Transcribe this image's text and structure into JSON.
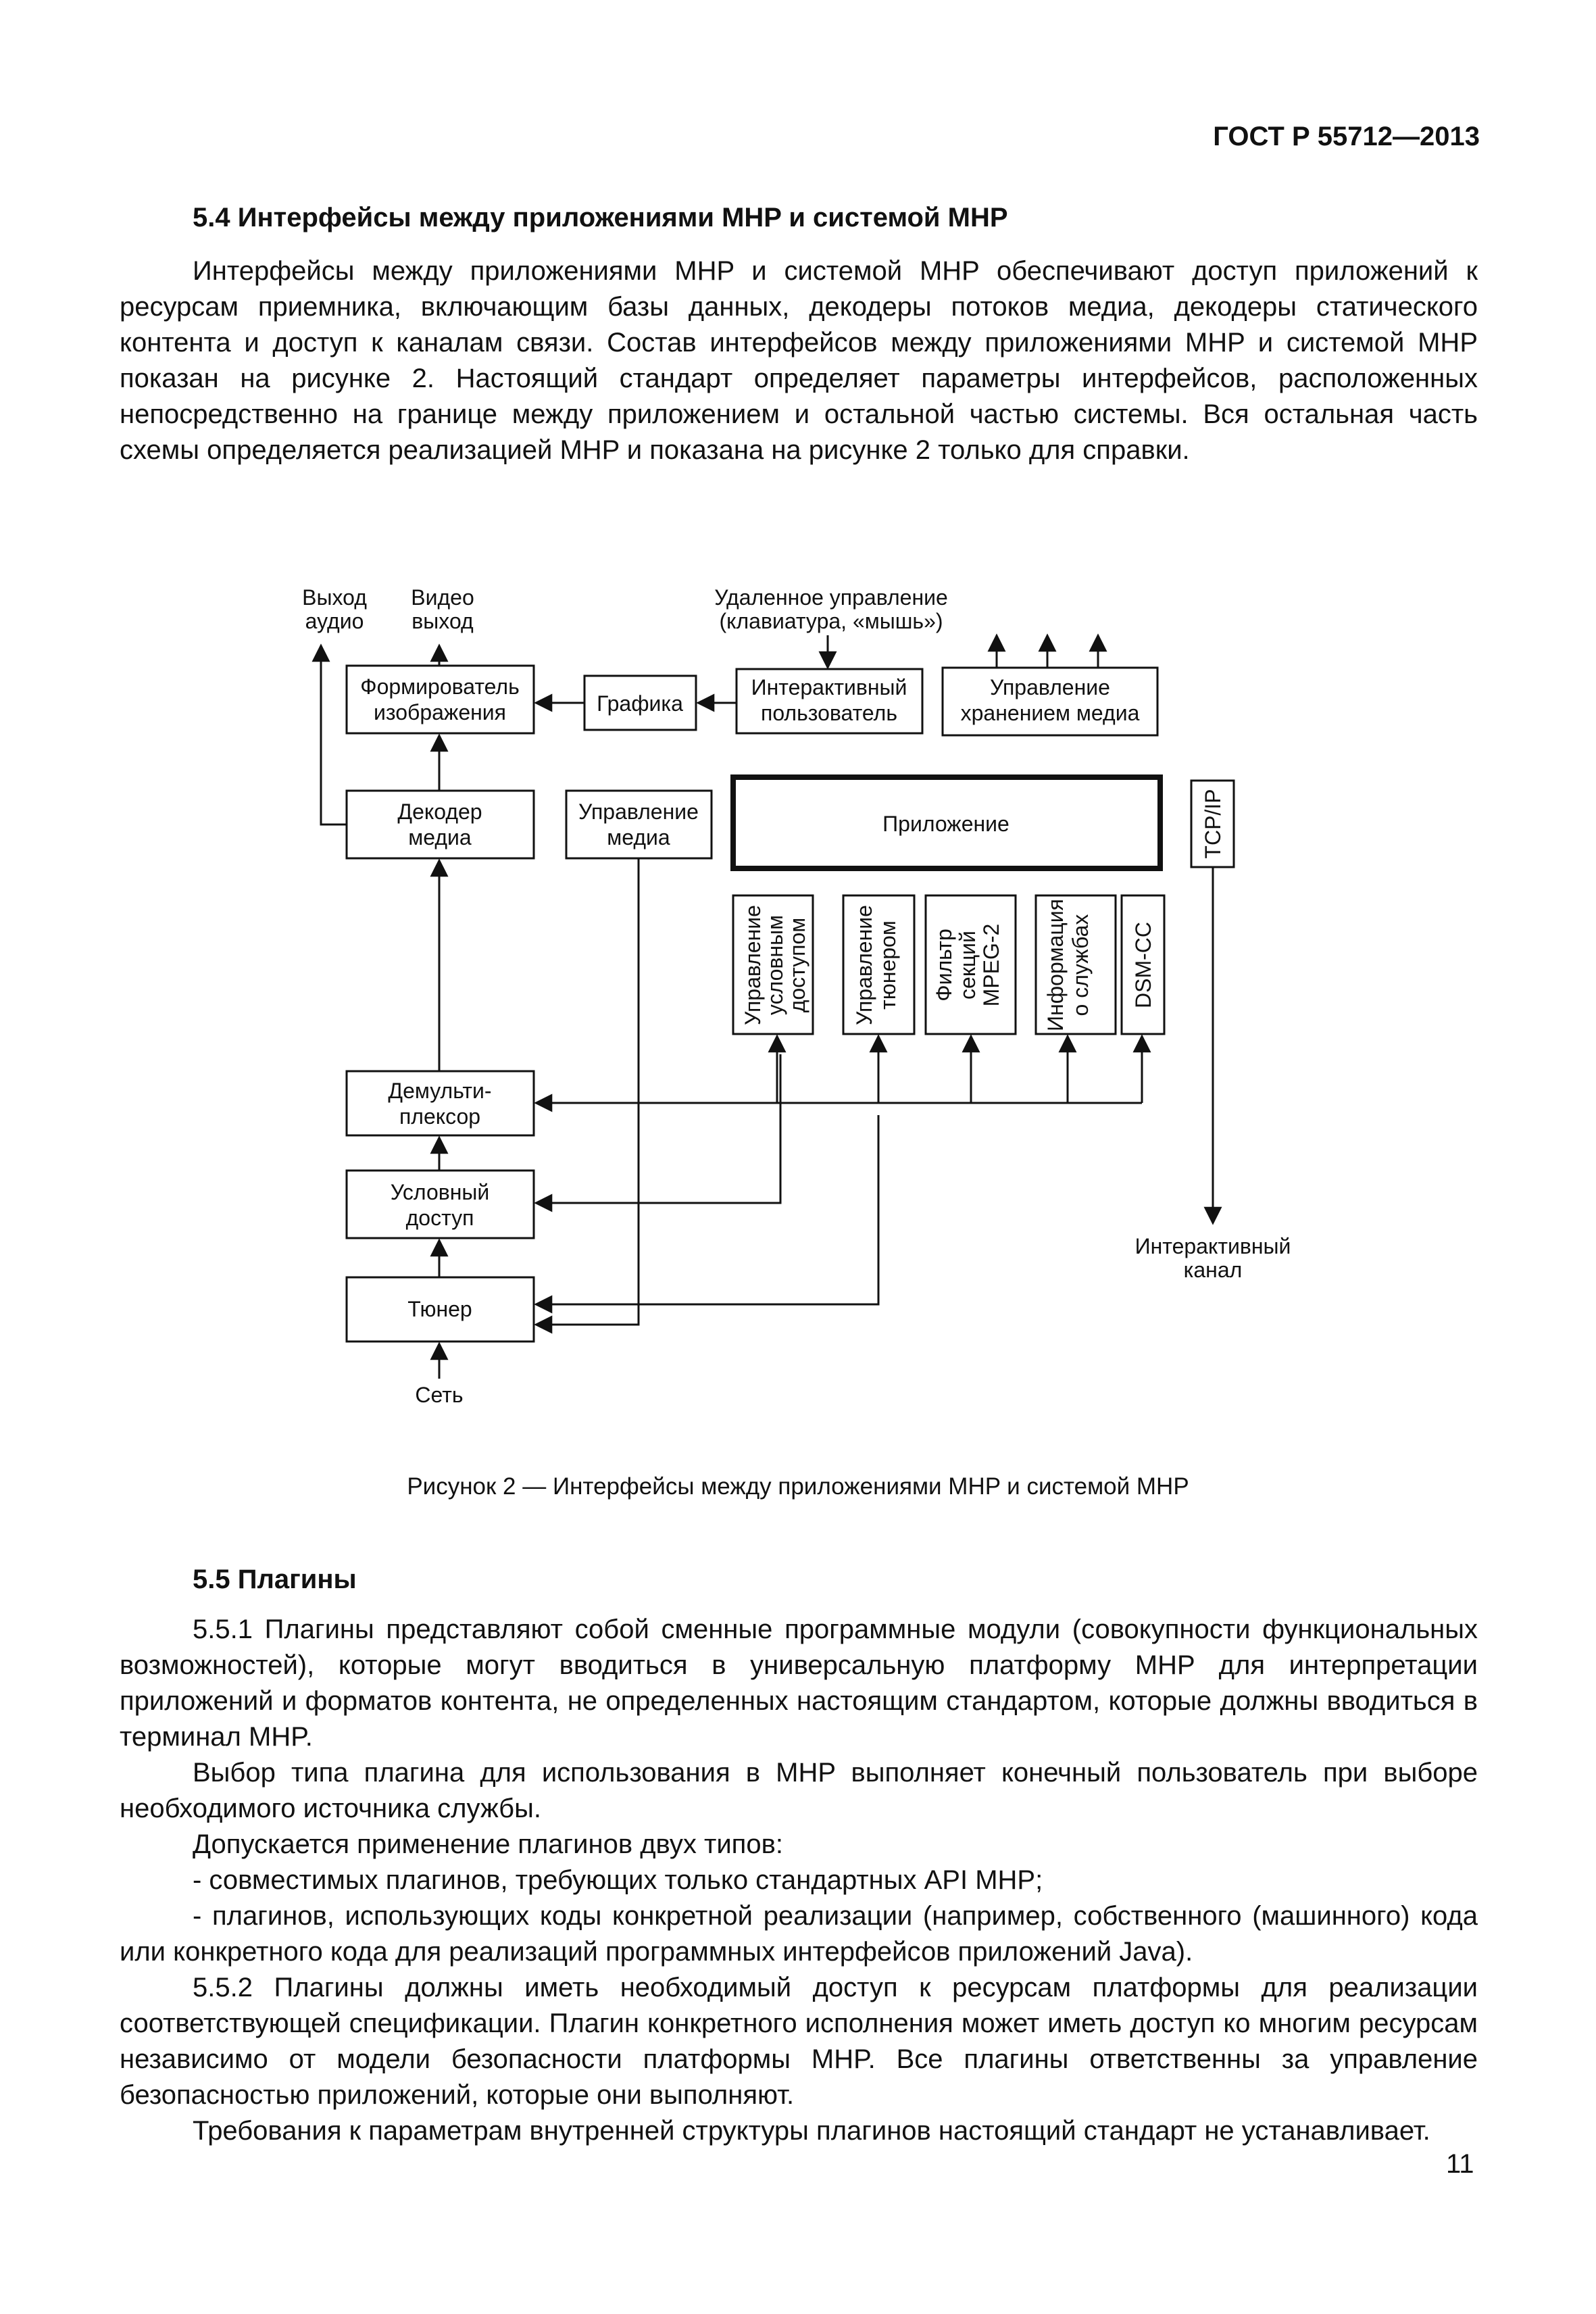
{
  "header": {
    "standard_id": "ГОСТ Р 55712—2013"
  },
  "section_5_4": {
    "title": "5.4 Интерфейсы между приложениями MHP и системой MHP",
    "paragraph": "Интерфейсы между приложениями MHP и системой MHP обеспечивают доступ приложений к ресурсам приемника, включающим базы данных, декодеры потоков медиа, декодеры статического контента и доступ к каналам связи. Состав интерфейсов между приложениями MHP и системой MHP показан на рисунке 2. Настоящий стандарт определяет параметры интерфейсов, расположенных непосредственно на границе между приложением и остальной частью системы. Вся остальная часть схемы определяется реализацией MHP и показана на рисунке 2 только для справки."
  },
  "figure": {
    "labels": {
      "audio_out_1": "Выход",
      "audio_out_2": "аудио",
      "video_out_1": "Видео",
      "video_out_2": "выход",
      "remote_1": "Удаленное управление",
      "remote_2": "(клавиатура, «мышь»)",
      "interactive_channel_1": "Интерактивный",
      "interactive_channel_2": "канал",
      "network": "Сеть"
    },
    "boxes": {
      "image_former_1": "Формирователь",
      "image_former_2": "изображения",
      "graphics": "Графика",
      "interactive_user_1": "Интерактивный",
      "interactive_user_2": "пользователь",
      "storage_mgmt_1": "Управление",
      "storage_mgmt_2": "хранением медиа",
      "media_decoder_1": "Декодер",
      "media_decoder_2": "медиа",
      "media_mgmt_1": "Управление",
      "media_mgmt_2": "медиа",
      "application": "Приложение",
      "tcpip": "TCP/IP",
      "cond_access_mgmt_1": "Управление",
      "cond_access_mgmt_2": "условным",
      "cond_access_mgmt_3": "доступом",
      "tuner_mgmt_1": "Управление",
      "tuner_mgmt_2": "тюнером",
      "section_filter_1": "Фильтр",
      "section_filter_2": "секций",
      "section_filter_3": "MPEG-2",
      "service_info_1": "Информация",
      "service_info_2": "о службах",
      "dsmcc": "DSM-CC",
      "demux_1": "Демульти-",
      "demux_2": "плексор",
      "cond_access_1": "Условный",
      "cond_access_2": "доступ",
      "tuner": "Тюнер"
    },
    "caption": "Рисунок 2 — Интерфейсы между приложениями MHP и системой MHP"
  },
  "section_5_5": {
    "title": "5.5 Плагины",
    "paragraphs": [
      "5.5.1 Плагины представляют собой сменные программные модули (совокупности функциональных возможностей), которые могут вводиться в универсальную платформу MHP для интерпретации приложений и форматов контента, не определенных настоящим стандартом, которые должны вводиться в терминал MHP.",
      "Выбор типа плагина для использования в MHP выполняет конечный пользователь при выборе необходимого источника службы.",
      "Допускается применение плагинов двух типов:",
      "- совместимых плагинов, требующих только стандартных API MHP;",
      "- плагинов, использующих коды конкретной реализации (например, собственного (машинного) кода или конкретного кода для реализаций программных интерфейсов приложений Java).",
      "5.5.2 Плагины должны иметь необходимый доступ к ресурсам платформы для реализации соответствующей спецификации. Плагин конкретного исполнения может иметь доступ ко многим ресурсам независимо от модели безопасности платформы MHP. Все плагины ответственны за управление безопасностью приложений, которые они выполняют.",
      "Требования к параметрам внутренней структуры плагинов настоящий стандарт не устанавливает."
    ]
  },
  "footer": {
    "page_number": "11"
  }
}
